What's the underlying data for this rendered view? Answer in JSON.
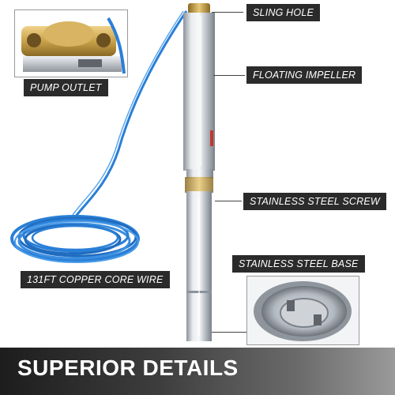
{
  "labels": {
    "sling_hole": "SLING HOLE",
    "pump_outlet": "PUMP OUTLET",
    "floating_impeller": "FLOATING IMPELLER",
    "stainless_steel_screw": "STAINLESS STEEL SCREW",
    "stainless_steel_base": "STAINLESS STEEL BASE",
    "copper_core_wire": "131FT COPPER CORE WIRE"
  },
  "banner": {
    "title": "SUPERIOR DETAILS"
  },
  "colors": {
    "label_bg": "#2b2b2b",
    "label_text": "#ffffff",
    "cable_blue": "#2a7fd6",
    "brass": "#c9a24a",
    "steel": "#c8ccd1"
  }
}
